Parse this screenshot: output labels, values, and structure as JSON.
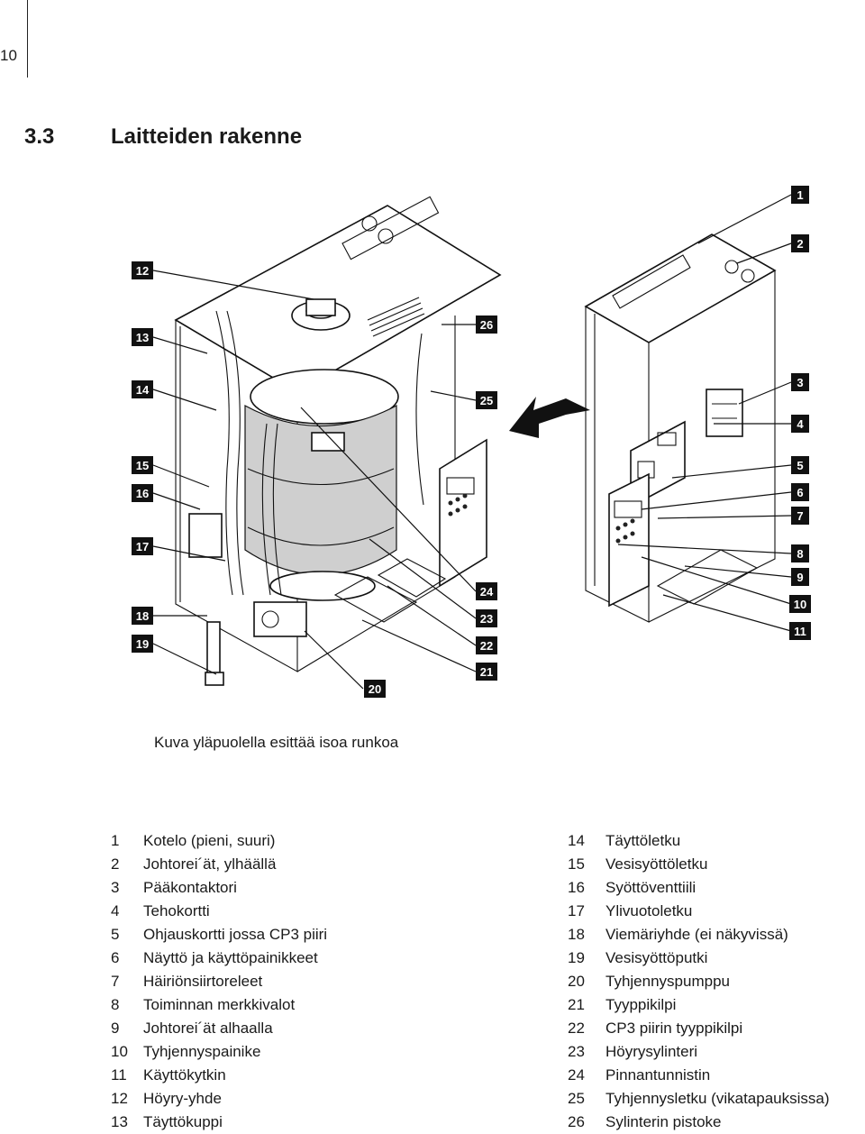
{
  "page": {
    "number": "10"
  },
  "section": {
    "number": "3.3",
    "title": "Laitteiden rakenne"
  },
  "figure": {
    "caption": "Kuva yläpuolella esittää isoa runkoa",
    "callouts": [
      "1",
      "2",
      "3",
      "4",
      "5",
      "6",
      "7",
      "8",
      "9",
      "10",
      "11",
      "12",
      "13",
      "14",
      "15",
      "16",
      "17",
      "18",
      "19",
      "20",
      "21",
      "22",
      "23",
      "24",
      "25",
      "26"
    ]
  },
  "legend_left": [
    {
      "num": "1",
      "text": "Kotelo (pieni, suuri)"
    },
    {
      "num": "2",
      "text": "Johtorei´ät, ylhäällä"
    },
    {
      "num": "3",
      "text": "Pääkontaktori"
    },
    {
      "num": "4",
      "text": "Tehokortti"
    },
    {
      "num": "5",
      "text": "Ohjauskortti jossa CP3 piiri"
    },
    {
      "num": "6",
      "text": "Näyttö ja käyttöpainikkeet"
    },
    {
      "num": "7",
      "text": "Häiriönsiirtoreleet"
    },
    {
      "num": "8",
      "text": "Toiminnan merkkivalot"
    },
    {
      "num": "9",
      "text": "Johtorei´ät alhaalla"
    },
    {
      "num": "10",
      "text": "Tyhjennyspainike"
    },
    {
      "num": "11",
      "text": "Käyttökytkin"
    },
    {
      "num": "12",
      "text": "Höyry-yhde"
    },
    {
      "num": "13",
      "text": "Täyttökuppi"
    }
  ],
  "legend_right": [
    {
      "num": "14",
      "text": "Täyttöletku"
    },
    {
      "num": "15",
      "text": "Vesisyöttöletku"
    },
    {
      "num": "16",
      "text": "Syöttöventtiili"
    },
    {
      "num": "17",
      "text": "Ylivuotoletku"
    },
    {
      "num": "18",
      "text": "Viemäriyhde (ei näkyvissä)"
    },
    {
      "num": "19",
      "text": "Vesisyöttöputki"
    },
    {
      "num": "20",
      "text": "Tyhjennyspumppu"
    },
    {
      "num": "21",
      "text": "Tyyppikilpi"
    },
    {
      "num": "22",
      "text": "CP3 piirin tyyppikilpi"
    },
    {
      "num": "23",
      "text": "Höyrysylinteri"
    },
    {
      "num": "24",
      "text": "Pinnantunnistin"
    },
    {
      "num": "25",
      "text": "Tyhjennysletku (vikatapauksissa)"
    },
    {
      "num": "26",
      "text": "Sylinterin pistoke"
    }
  ]
}
